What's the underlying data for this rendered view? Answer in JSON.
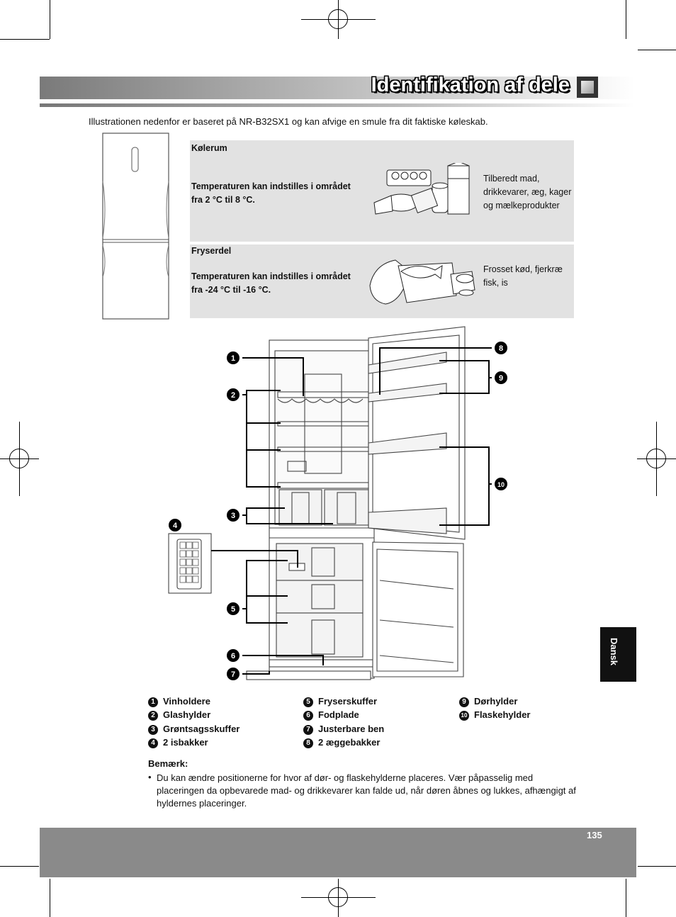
{
  "header": {
    "title": "Identifikation af dele"
  },
  "intro": "Illustrationen nedenfor er baseret på NR-B32SX1 og kan afvige en smule fra dit faktiske køleskab.",
  "panels": [
    {
      "heading": "Kølerum",
      "temperature": "Temperaturen kan indstilles i området fra 2 °C til 8 °C.",
      "description": "Tilberedt mad, drikkevarer, æg, kager og mælkeprodukter"
    },
    {
      "heading": "Fryserdel",
      "temperature": "Temperaturen kan indstilles i området fra -24 °C til -16 °C.",
      "description": "Frosset kød, fjerkræ fisk, is"
    }
  ],
  "callout_numbers": [
    "1",
    "2",
    "3",
    "4",
    "5",
    "6",
    "7",
    "8",
    "9",
    "10"
  ],
  "parts": [
    {
      "num": "1",
      "label": "Vinholdere"
    },
    {
      "num": "2",
      "label": "Glashylder"
    },
    {
      "num": "3",
      "label": "Grøntsagsskuffer"
    },
    {
      "num": "4",
      "label": "2 isbakker"
    },
    {
      "num": "5",
      "label": "Fryserskuffer"
    },
    {
      "num": "6",
      "label": "Fodplade"
    },
    {
      "num": "7",
      "label": "Justerbare ben"
    },
    {
      "num": "8",
      "label": "2 æggebakker"
    },
    {
      "num": "9",
      "label": "Dørhylder"
    },
    {
      "num": "10",
      "label": "Flaskehylder"
    }
  ],
  "note": {
    "heading": "Bemærk:",
    "bullet": "•",
    "text": "Du kan ændre positionerne for hvor af dør- og flaskehylderne placeres. Vær påpasselig med placeringen da opbevarede mad- og drikkevarer kan falde ud, når døren åbnes og lukkes, afhængigt af hyldernes placeringer."
  },
  "footer": {
    "page_number": "135"
  },
  "side_tab": {
    "label": "Dansk"
  },
  "colors": {
    "panel_bg": "#e2e2e2",
    "footer_bg": "#8a8a8a",
    "tab_bg": "#111111"
  }
}
